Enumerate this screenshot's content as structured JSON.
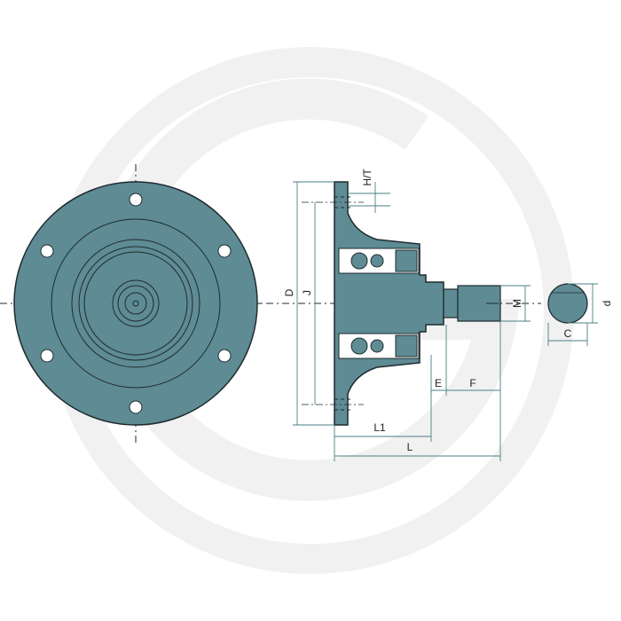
{
  "watermark": {
    "color": "#f1f1f1"
  },
  "colors": {
    "part_fill": "#5e8b94",
    "line": "#1f2b2e",
    "dim": "#4a7f85",
    "hub_shade": "#50797f"
  },
  "labels": {
    "ht": "H/T",
    "d_outer": "D",
    "j": "J",
    "m": "M",
    "d_small": "d",
    "c": "C",
    "e": "E",
    "f": "F",
    "l1": "L1",
    "l": "L"
  }
}
